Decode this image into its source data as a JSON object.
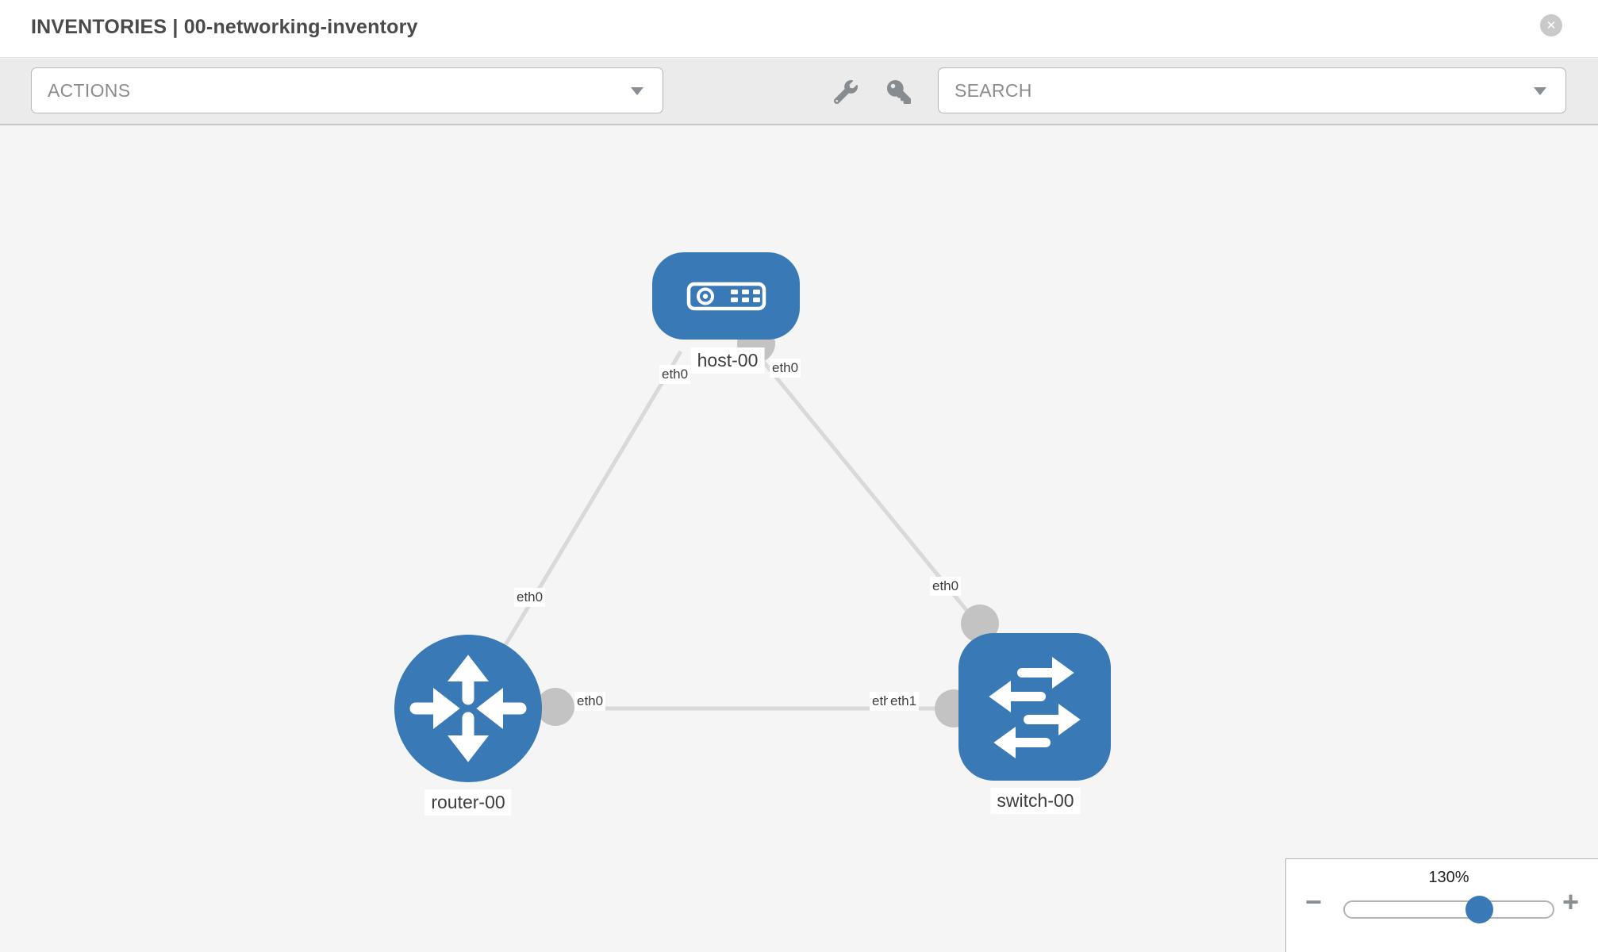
{
  "header": {
    "title": "INVENTORIES | 00-networking-inventory",
    "close_glyph": "✕"
  },
  "toolbar": {
    "actions_dropdown_label": "ACTIONS",
    "search_placeholder": "SEARCH"
  },
  "diagram": {
    "nodes": [
      {
        "id": "host-00",
        "type": "host",
        "label": "host-00"
      },
      {
        "id": "router-00",
        "type": "router",
        "label": "router-00"
      },
      {
        "id": "switch-00",
        "type": "switch",
        "label": "switch-00"
      }
    ],
    "links": [
      {
        "from": "host-00",
        "from_port": "eth0",
        "to": "router-00",
        "to_port": "eth0"
      },
      {
        "from": "host-00",
        "from_port": "eth0",
        "to": "switch-00",
        "to_port": "eth0"
      },
      {
        "from": "router-00",
        "from_port": "eth0",
        "to": "switch-00",
        "to_port": "eth1"
      }
    ],
    "port_labels": [
      "eth0",
      "eth0",
      "eth0",
      "eth0",
      "eth0",
      "eth0",
      "eth1"
    ]
  },
  "zoom_control": {
    "level": "130%",
    "minus_glyph": "−",
    "plus_glyph": "+"
  },
  "colors": {
    "node_blue": "#3879b6",
    "link_gray": "#d9d9d9",
    "endpoint_gray": "#c3c3c3",
    "toolbar_bg": "#ebebeb",
    "canvas_bg": "#f5f5f6"
  }
}
